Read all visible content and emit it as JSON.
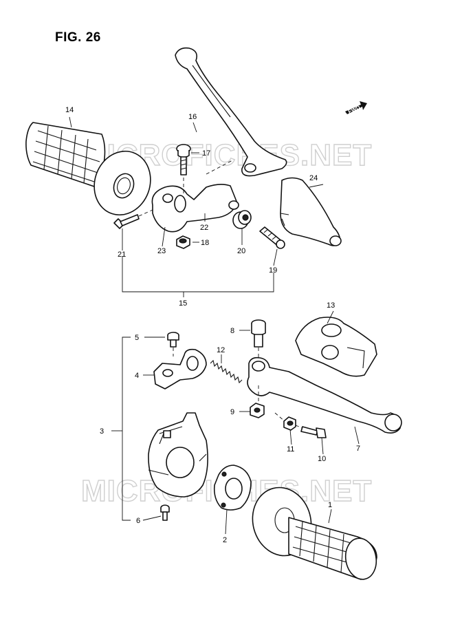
{
  "figure": {
    "title": "FIG. 26"
  },
  "watermarks": [
    "MICROFICHES.NET",
    "MICROFICHES.NET"
  ],
  "direction_marker": {
    "text": "FWD"
  },
  "callouts": {
    "c1": "1",
    "c2": "2",
    "c3": "3",
    "c4": "4",
    "c5": "5",
    "c6": "6",
    "c7": "7",
    "c8": "8",
    "c9": "9",
    "c10": "10",
    "c11": "11",
    "c12": "12",
    "c13": "13",
    "c14": "14",
    "c15": "15",
    "c16": "16",
    "c17": "17",
    "c18": "18",
    "c19": "19",
    "c20": "20",
    "c21": "21",
    "c22": "22",
    "c23": "23",
    "c24": "24"
  }
}
